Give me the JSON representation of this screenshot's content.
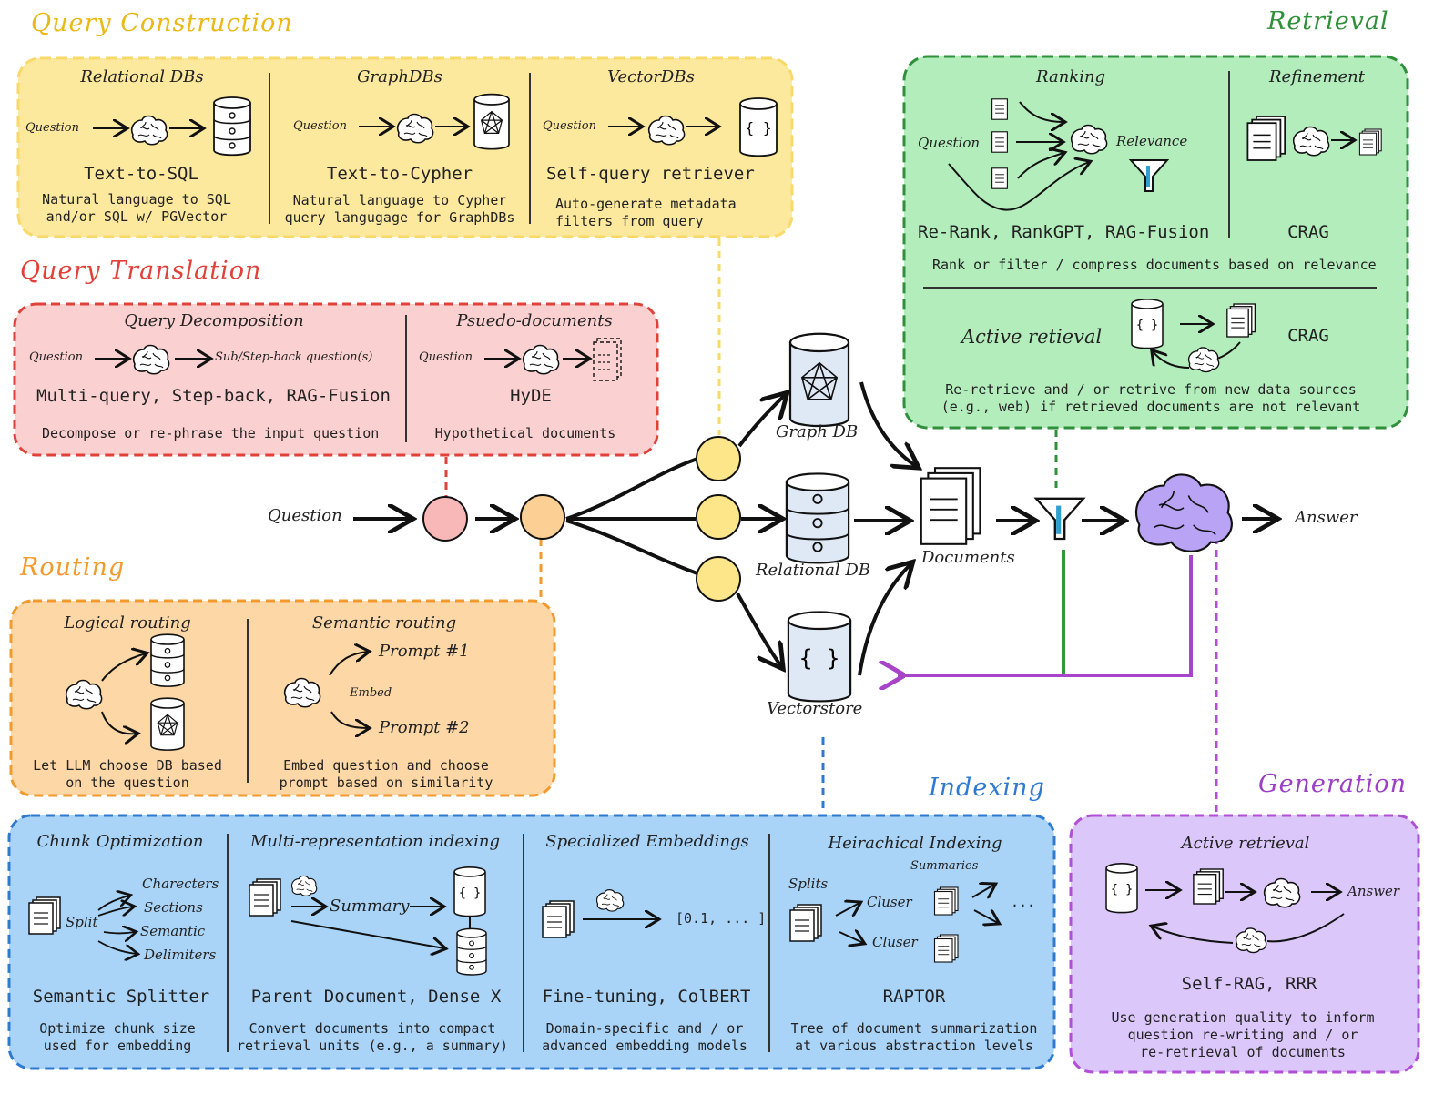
{
  "colors": {
    "yellow_bg": "#fde99d",
    "yellow_border": "#f5cf47",
    "yellow_title": "#e9b916",
    "red_bg": "#fbcfcf",
    "red_border": "#e0423a",
    "red_title": "#e0423a",
    "orange_bg": "#fdd9a8",
    "orange_border": "#f29a2e",
    "orange_title": "#f29a2e",
    "green_bg": "#b2ecbb",
    "green_border": "#2f8f3a",
    "green_title": "#2f8f3a",
    "blue_bg": "#a9d4f8",
    "blue_border": "#2f7ad1",
    "blue_title": "#2f7ad1",
    "purple_bg": "#dcc7fb",
    "purple_border": "#b14fd6",
    "purple_title": "#9b3fc4",
    "brain_purple": "#b9a3f5",
    "node_pink": "#f9b8b8",
    "node_orange": "#fcd095",
    "node_yellow": "#fde58a"
  },
  "query_construction": {
    "title": "Query Construction",
    "columns": [
      {
        "header": "Relational DBs",
        "input": "Question",
        "method": "Text-to-SQL",
        "desc": [
          "Natural language to SQL",
          "and/or SQL w/ PGVector"
        ],
        "icon": "relational-db-icon"
      },
      {
        "header": "GraphDBs",
        "input": "Question",
        "method": "Text-to-Cypher",
        "desc": [
          "Natural language to Cypher",
          "query langugage for GraphDBs"
        ],
        "icon": "graph-db-icon"
      },
      {
        "header": "VectorDBs",
        "input": "Question",
        "method": "Self-query retriever",
        "desc": [
          "Auto-generate metadata",
          "filters from query"
        ],
        "icon": "vector-db-icon"
      }
    ]
  },
  "query_translation": {
    "title": "Query Translation",
    "columns": [
      {
        "header": "Query Decomposition",
        "input": "Question",
        "output": "Sub/Step-back question(s)",
        "method": "Multi-query, Step-back, RAG-Fusion",
        "desc": "Decompose or re-phrase the input question"
      },
      {
        "header": "Psuedo-documents",
        "input": "Question",
        "method": "HyDE",
        "desc": "Hypothetical documents"
      }
    ]
  },
  "routing": {
    "title": "Routing",
    "columns": [
      {
        "header": "Logical routing",
        "desc": [
          "Let LLM choose DB based",
          "on the question"
        ]
      },
      {
        "header": "Semantic routing",
        "embed": "Embed",
        "prompt1": "Prompt #1",
        "prompt2": "Prompt #2",
        "desc": [
          "Embed question and choose",
          "prompt based on similarity"
        ]
      }
    ]
  },
  "retrieval": {
    "title": "Retrieval",
    "ranking": {
      "header": "Ranking",
      "input": "Question",
      "relevance": "Relevance",
      "method": "Re-Rank, RankGPT, RAG-Fusion"
    },
    "refinement": {
      "header": "Refinement",
      "method": "CRAG"
    },
    "summary": "Rank or filter / compress documents based on relevance",
    "active": {
      "label": "Active retieval",
      "method": "CRAG",
      "desc": [
        "Re-retrieve and / or retrive from new data sources",
        "(e.g., web) if retrieved documents are not relevant"
      ]
    }
  },
  "indexing": {
    "title": "Indexing",
    "columns": [
      {
        "header": "Chunk Optimization",
        "split": "Split",
        "items": [
          "Charecters",
          "Sections",
          "Semantic",
          "Delimiters"
        ],
        "method": "Semantic Splitter",
        "desc": [
          "Optimize chunk size",
          "used for embedding"
        ]
      },
      {
        "header": "Multi-representation indexing",
        "summary": "Summary",
        "method": "Parent Document, Dense X",
        "desc": [
          "Convert documents into compact",
          "retrieval units (e.g., a summary)"
        ]
      },
      {
        "header": "Specialized Embeddings",
        "vector": "[0.1, ... ]",
        "method": "Fine-tuning, ColBERT",
        "desc": [
          "Domain-specific and / or",
          "advanced embedding models"
        ]
      },
      {
        "header": "Heirachical Indexing",
        "splits": "Splits",
        "summaries": "Summaries",
        "cluster1": "Cluser",
        "cluster2": "Cluser",
        "ellipsis": "...",
        "method": "RAPTOR",
        "desc": [
          "Tree of document summarization",
          "at various abstraction levels"
        ]
      }
    ]
  },
  "generation": {
    "title": "Generation",
    "header": "Active retrieval",
    "answer": "Answer",
    "method": "Self-RAG, RRR",
    "desc": [
      "Use generation quality to inform",
      "question re-writing and / or",
      "re-retrieval of documents"
    ]
  },
  "flow": {
    "question": "Question",
    "graph_db": "Graph DB",
    "relational_db": "Relational DB",
    "vectorstore": "Vectorstore",
    "documents": "Documents",
    "answer": "Answer"
  }
}
